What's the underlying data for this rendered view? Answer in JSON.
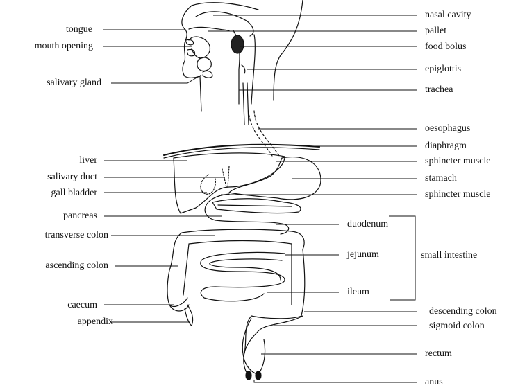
{
  "labels_left": {
    "tongue": "tongue",
    "mouth_opening": "mouth opening",
    "salivary_gland": "salivary gland",
    "liver": "liver",
    "salivary_duct": "salivary duct",
    "gall_bladder": "gall bladder",
    "pancreas": "pancreas",
    "transverse_colon": "transverse colon",
    "ascending_colon": "ascending colon",
    "caecum": "caecum",
    "appendix": "appendix"
  },
  "labels_right": {
    "nasal_cavity": "nasal cavity",
    "pallet": "pallet",
    "food_bolus": "food bolus",
    "epiglottis": "epiglottis",
    "trachea": "trachea",
    "oesophagus": "oesophagus",
    "diaphragm": "diaphragm",
    "sphincter_upper": "sphincter muscle",
    "stamach": "stamach",
    "sphincter_lower": "sphincter muscle",
    "duodenum": "duodenum",
    "jejunum": "jejunum",
    "ileum": "ileum",
    "small_intestine": "small intestine",
    "descending_colon": "descending colon",
    "sigmoid_colon": "sigmoid colon",
    "rectum": "rectum",
    "anus": "anus"
  }
}
